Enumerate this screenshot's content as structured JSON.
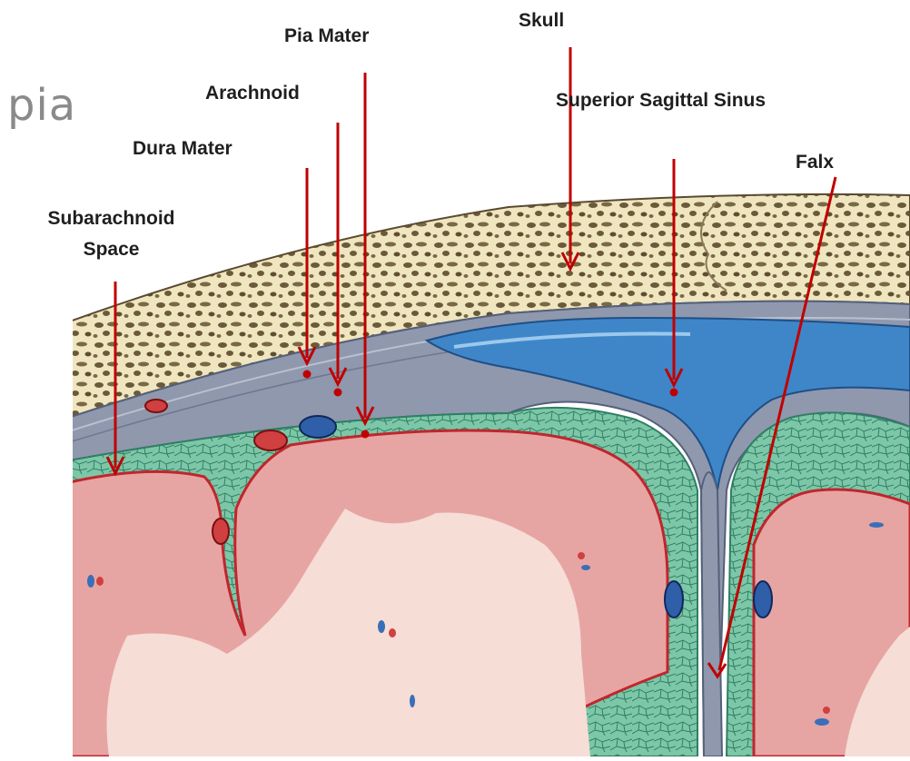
{
  "slide": {
    "title": "pia"
  },
  "labels": {
    "skull": "Skull",
    "pia_mater": "Pia Mater",
    "arachnoid": "Arachnoid",
    "superior_sagittal_sinus": "Superior Sagittal Sinus",
    "dura_mater": "Dura Mater",
    "falx": "Falx",
    "subarachnoid_line1": "Subarachnoid",
    "subarachnoid_line2": "Space"
  },
  "colors": {
    "bone": "#efe6c0",
    "bone_pores": "#6b5a3a",
    "dura": "#8f98ad",
    "sinus": "#3f86c9",
    "subarachnoid": "#7dc7a8",
    "cortex": "#e6a5a3",
    "white_matter": "#f6ddd6",
    "pia_line": "#c0262d",
    "pointer": "#c00000"
  }
}
